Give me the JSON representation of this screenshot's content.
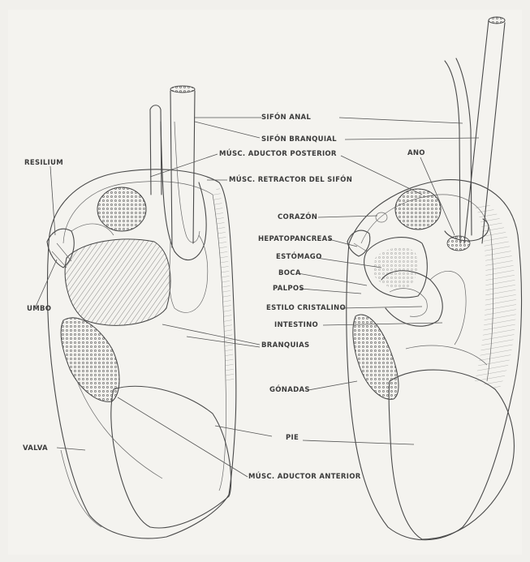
{
  "labels": {
    "sifon_anal": "SIFÓN ANAL",
    "sifon_branquial": "SIFÓN BRANQUIAL",
    "musc_aductor_posterior": "MÚSC. ADUCTOR POSTERIOR",
    "musc_retractor_sifon": "MÚSC. RETRACTOR DEL SIFÓN",
    "resilium": "RESILIUM",
    "ano": "ANO",
    "corazon": "CORAZÓN",
    "hepatopancreas": "HEPATOPANCREAS",
    "estomago": "ESTÓMAGO",
    "boca": "BOCA",
    "palpos": "PALPOS",
    "umbo": "UMBO",
    "estilo_cristalino": "ESTILO CRISTALINO",
    "intestino": "INTESTINO",
    "branquias": "BRANQUIAS",
    "gonadas": "GÓNADAS",
    "valva": "VALVA",
    "pie": "PIE",
    "musc_aductor_anterior": "MÚSC. ADUCTOR ANTERIOR"
  },
  "colors": {
    "ink": "#4a4a4a",
    "paper": "#f4f3ef"
  }
}
